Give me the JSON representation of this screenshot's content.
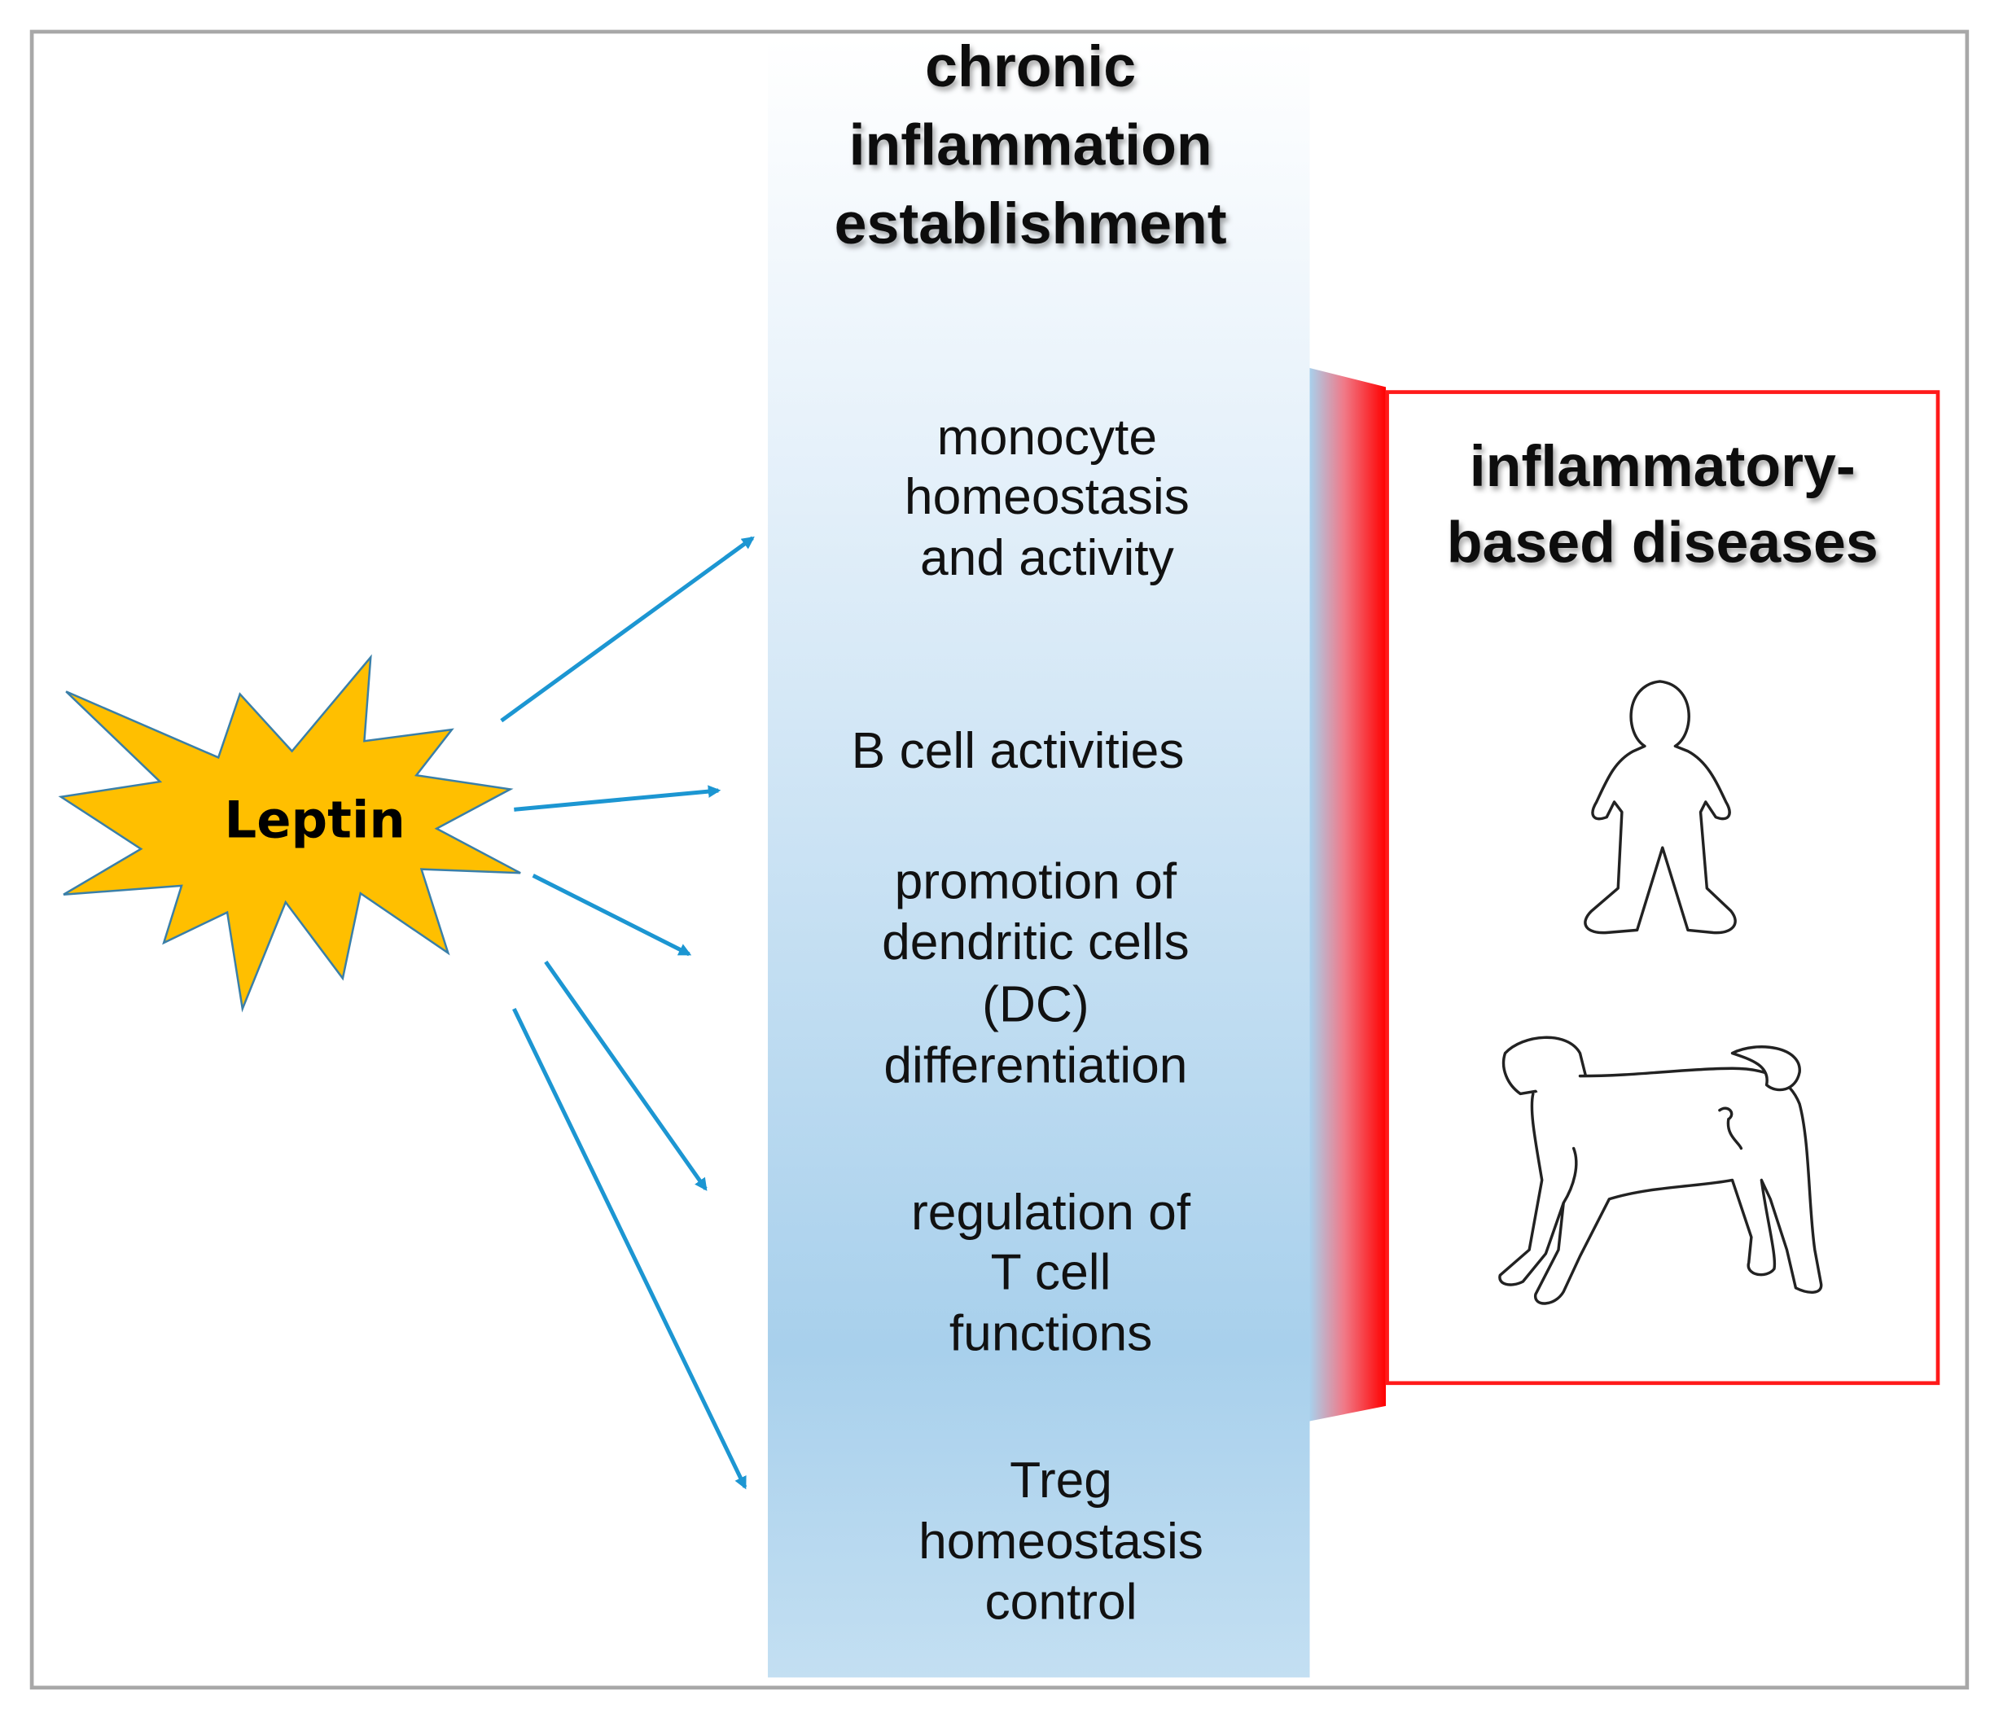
{
  "source": {
    "label": "Leptin"
  },
  "column": {
    "title_lines": [
      "chronic",
      "inflammation",
      "establishment"
    ],
    "items": [
      {
        "lines": [
          "monocyte",
          "homeostasis",
          "and activity"
        ]
      },
      {
        "lines": [
          "B cell activities"
        ]
      },
      {
        "lines": [
          "promotion of",
          "dendritic cells",
          "(DC)",
          "differentiation"
        ]
      },
      {
        "lines": [
          "regulation of",
          "T cell",
          "functions"
        ]
      },
      {
        "lines": [
          "Treg",
          "homeostasis",
          "control"
        ]
      }
    ]
  },
  "outcome": {
    "title_lines": [
      "inflammatory-",
      "based diseases"
    ],
    "icons": [
      "human-figure-icon",
      "dog-icon"
    ]
  },
  "colors": {
    "star": "#ffbf00",
    "arrow": "#1c96d2",
    "box": "#ff1a1a",
    "column": "#a8d0ec"
  }
}
